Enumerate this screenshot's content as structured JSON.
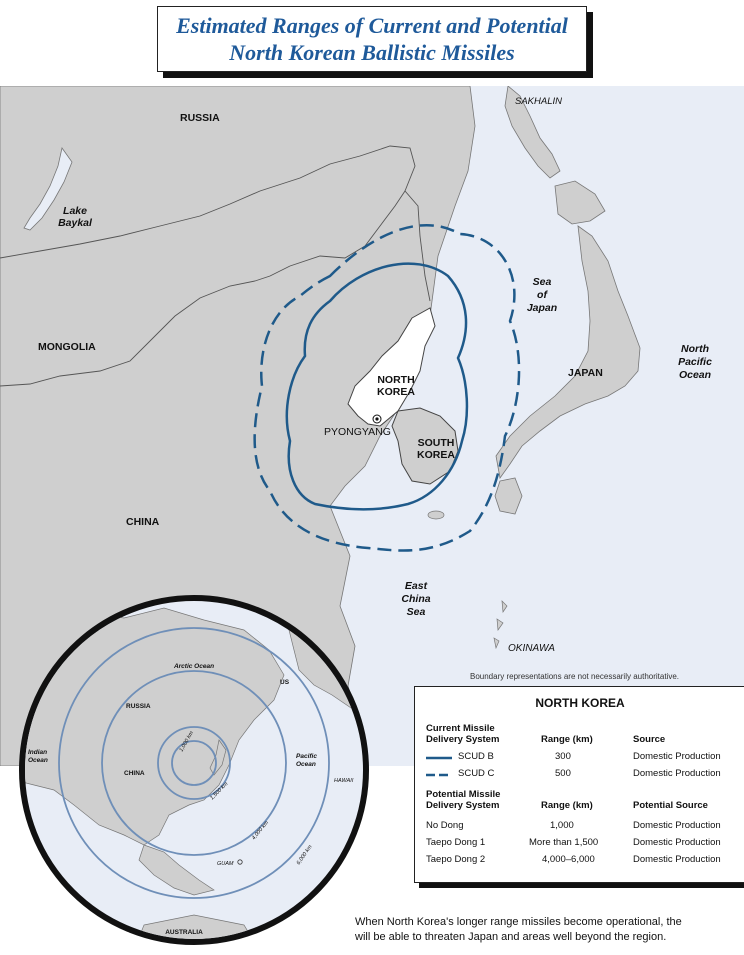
{
  "title": {
    "line1": "Estimated Ranges of Current and Potential",
    "line2": "North Korean Ballistic Missiles"
  },
  "map_labels": {
    "russia": "RUSSIA",
    "sakhalin": "SAKHALIN",
    "lake_baykal_1": "Lake",
    "lake_baykal_2": "Baykal",
    "mongolia": "MONGOLIA",
    "china": "CHINA",
    "north_korea_1": "NORTH",
    "north_korea_2": "KOREA",
    "pyongyang": "PYONGYANG",
    "south_korea_1": "SOUTH",
    "south_korea_2": "KOREA",
    "japan": "JAPAN",
    "sea_of_japan_1": "Sea",
    "sea_of_japan_2": "of",
    "sea_of_japan_3": "Japan",
    "north_pacific_1": "North",
    "north_pacific_2": "Pacific",
    "north_pacific_3": "Ocean",
    "east_china_sea_1": "East",
    "east_china_sea_2": "China",
    "east_china_sea_3": "Sea",
    "okinawa": "OKINAWA"
  },
  "disclaimer": "Boundary representations are not necessarily authoritative.",
  "globe_labels": {
    "arctic": "Arctic Ocean",
    "russia": "RUSSIA",
    "us": "US",
    "china": "CHINA",
    "indian_1": "Indian",
    "indian_2": "Ocean",
    "pacific_1": "Pacific",
    "pacific_2": "Ocean",
    "hawaii": "HAWAII",
    "guam": "GUAM",
    "australia": "AUSTRALIA",
    "r1000": "1,000 km",
    "r1500": "1,500 km",
    "r4000": "4,000 km",
    "r6000": "6,000 km"
  },
  "legend": {
    "title": "NORTH KOREA",
    "current_header": [
      "Current Missile",
      "Delivery System"
    ],
    "range_header": "Range (km)",
    "source_header": "Source",
    "current": [
      {
        "name": "SCUD B",
        "range": "300",
        "source": "Domestic Production"
      },
      {
        "name": "SCUD C",
        "range": "500",
        "source": "Domestic Production"
      }
    ],
    "potential_header": [
      "Potential Missile",
      "Delivery System"
    ],
    "potential_source_header": "Potential Source",
    "potential": [
      {
        "name": "No Dong",
        "range": "1,000",
        "source": "Domestic Production"
      },
      {
        "name": "Taepo Dong 1",
        "range": "More than 1,500",
        "source": "Domestic Production"
      },
      {
        "name": "Taepo Dong 2",
        "range": "4,000–6,000",
        "source": "Domestic Production"
      }
    ]
  },
  "footnote": {
    "line1": "When North Korea's longer range missiles become operational, the",
    "line2": "will be able to threaten Japan and areas well beyond the region."
  },
  "colors": {
    "land": "#cfcfcf",
    "north_korea": "#ffffff",
    "water": "#e8edf6",
    "range_ring": "#1f5a8a",
    "border": "#555555"
  }
}
